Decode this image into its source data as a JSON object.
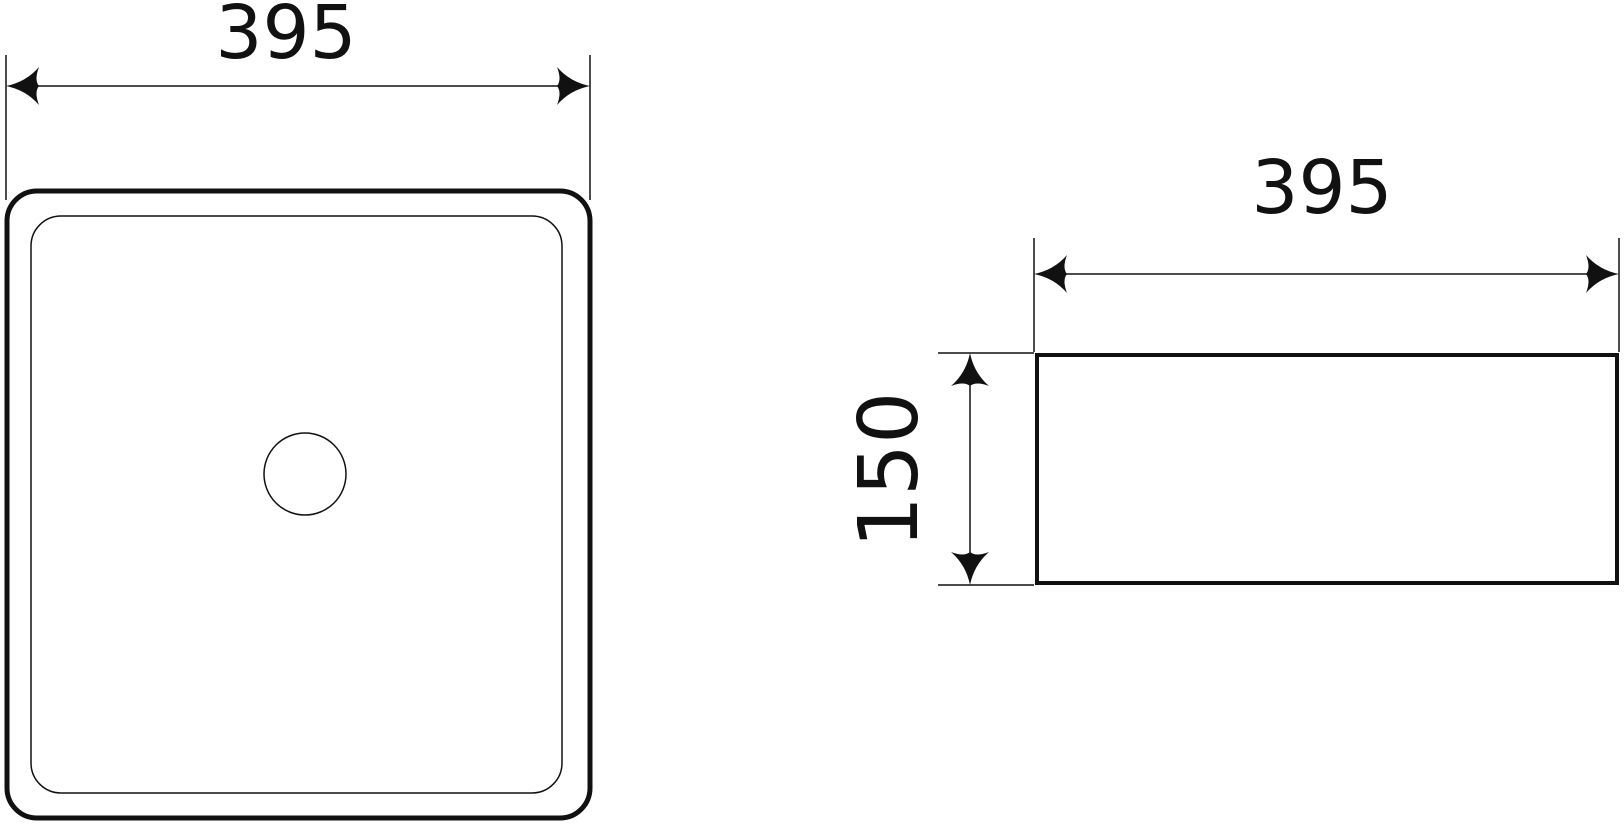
{
  "top_view": {
    "width_label": "395"
  },
  "side_view": {
    "width_label": "395",
    "height_label": "150"
  },
  "colors": {
    "line": "#111111",
    "background": "#ffffff"
  }
}
